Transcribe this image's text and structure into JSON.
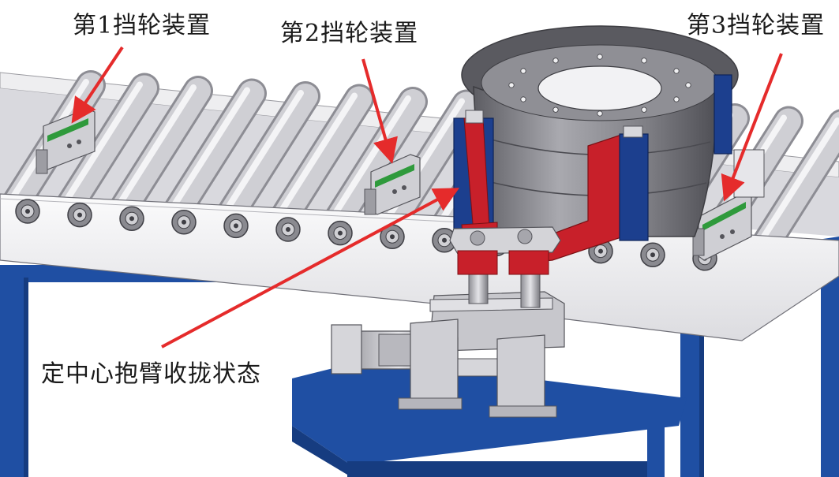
{
  "labels": {
    "stopper_1": "第1挡轮装置",
    "stopper_2": "第2挡轮装置",
    "stopper_3": "第3挡轮装置",
    "centering_arm": "定中心抱臂收拢状态"
  },
  "colors": {
    "frame_blue": "#1f4fa3",
    "roller": "#c9c9cd",
    "rail": "#f1f1f3",
    "arm_red": "#c8202a",
    "pad_blue": "#1c3f8e",
    "wheel_gray": "#7c7c82",
    "stopper_green": "#2f9a3c",
    "arrow_red": "#e52b2b"
  }
}
